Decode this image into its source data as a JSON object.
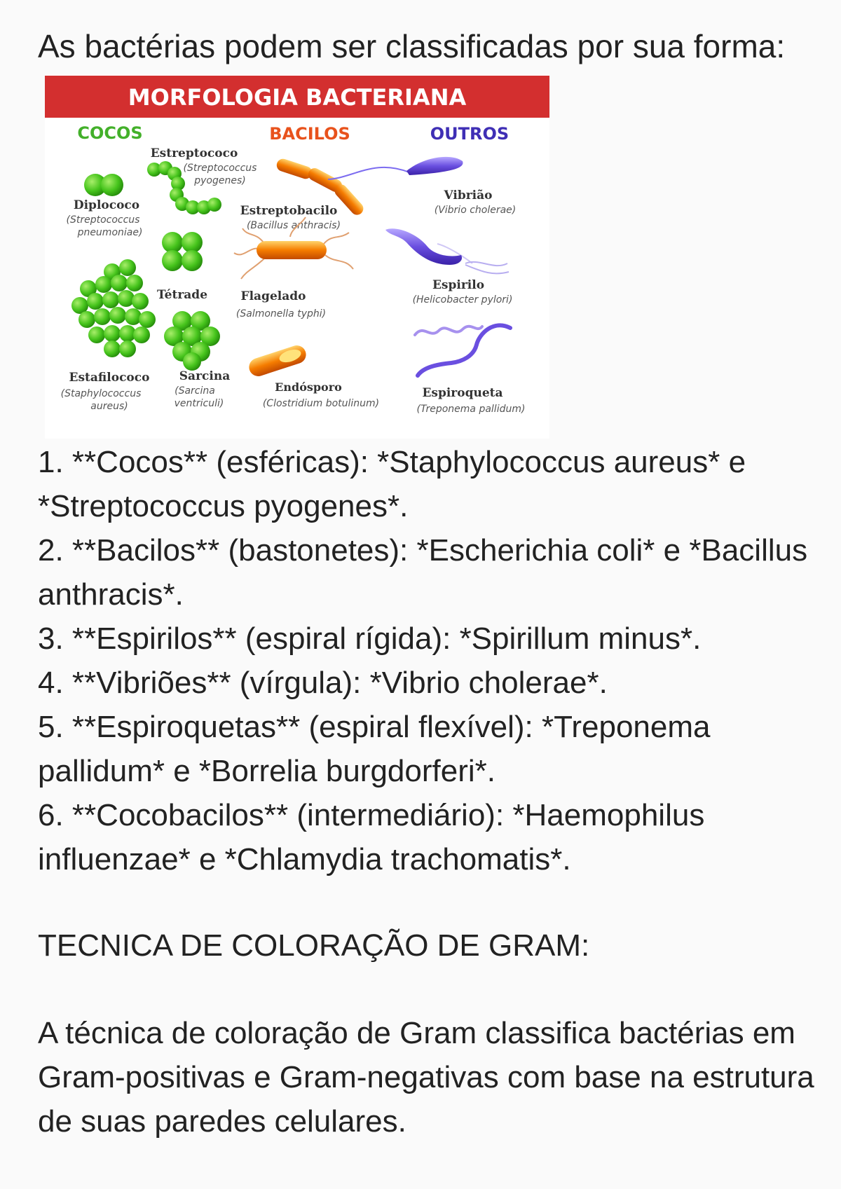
{
  "intro": "As bactérias podem ser classificadas por sua forma:",
  "figure": {
    "banner_title": "MORFOLOGIA BACTERIANA",
    "colors": {
      "banner": "#d32f2f",
      "cocos": "#43b02a",
      "bacilos": "#e8521c",
      "outros": "#3f2fb5",
      "green_cell": "#46c41c",
      "orange_cell": "#f57c00",
      "purple_cell": "#6a4fe0"
    },
    "columns": {
      "cocos": "COCOS",
      "bacilos": "BACILOS",
      "outros": "OUTROS"
    },
    "labels": {
      "estreptococo": {
        "name": "Estreptococo",
        "sci_1": "(Streptococcus",
        "sci_2": "pyogenes)",
        "icon": "chain-of-cocci-icon"
      },
      "diplococo": {
        "name": "Diplococo",
        "sci_1": "(Streptococcus",
        "sci_2": "pneumoniae)",
        "icon": "paired-cocci-icon"
      },
      "tetrade": {
        "name": "Tétrade",
        "icon": "tetrad-cocci-icon"
      },
      "estafilococo": {
        "name": "Estafilococo",
        "sci_1": "(Staphylococcus",
        "sci_2": "aureus)",
        "icon": "cluster-cocci-icon"
      },
      "sarcina": {
        "name": "Sarcina",
        "sci_1": "(Sarcina",
        "sci_2": "ventriculi)",
        "icon": "cube-cocci-icon"
      },
      "estreptobacilo": {
        "name": "Estreptobacilo",
        "sci": "(Bacillus anthracis)",
        "icon": "chain-of-rods-icon"
      },
      "flagelado": {
        "name": "Flagelado",
        "sci": "(Salmonella typhi)",
        "icon": "flagellated-rod-icon"
      },
      "endosporo": {
        "name": "Endósporo",
        "sci": "(Clostridium botulinum)",
        "icon": "spore-rod-icon"
      },
      "vibriao": {
        "name": "Vibrião",
        "sci": "(Vibrio cholerae)",
        "icon": "comma-bacterium-icon"
      },
      "espirilo": {
        "name": "Espirilo",
        "sci": "(Helicobacter pylori)",
        "icon": "spiral-bacterium-icon"
      },
      "espiroqueta": {
        "name": "Espiroqueta",
        "sci": "(Treponema pallidum)",
        "icon": "spirochete-icon"
      }
    }
  },
  "list": [
    "1. **Cocos** (esféricas): *Staphylococcus aureus* e *Streptococcus pyogenes*.",
    "2. **Bacilos** (bastonetes): *Escherichia coli* e *Bacillus anthracis*.",
    "3. **Espirilos** (espiral rígida): *Spirillum minus*.",
    "4. **Vibriões** (vírgula): *Vibrio cholerae*.",
    "5. **Espiroquetas** (espiral flexível): *Treponema pallidum* e *Borrelia burgdorferi*.",
    "6. **Cocobacilos** (intermediário): *Haemophilus influenzae* e *Chlamydia trachomatis*."
  ],
  "gram_title": "TECNICA DE COLORAÇÃO DE GRAM:",
  "gram_text": " A técnica de coloração de Gram classifica bactérias em Gram-positivas e Gram-negativas com base na estrutura de suas paredes celulares."
}
